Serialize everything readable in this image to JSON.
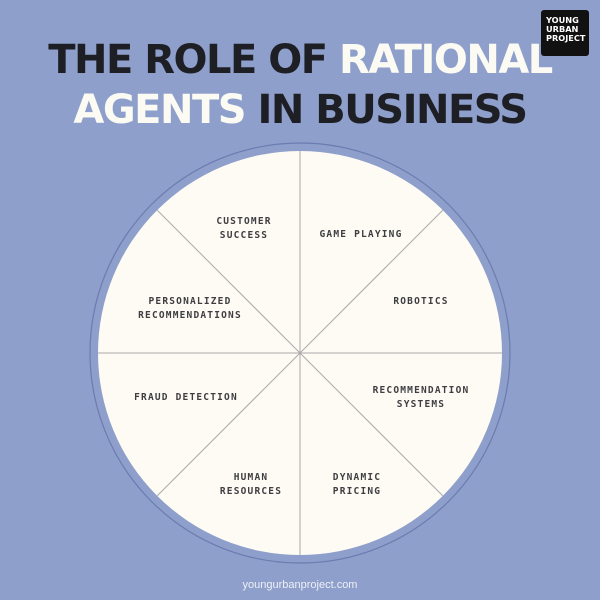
{
  "logo": {
    "lines": [
      "YOUNG",
      "URBAN",
      "PROJECT"
    ]
  },
  "title": {
    "line1_dark": "THE ROLE OF",
    "line1_light": "RATIONAL",
    "line2_light": "AGENTS",
    "line2_dark": "IN BUSINESS"
  },
  "segments": [
    {
      "label": [
        "GAME PLAYING"
      ]
    },
    {
      "label": [
        "ROBOTICS"
      ]
    },
    {
      "label": [
        "RECOMMENDATION",
        "SYSTEMS"
      ]
    },
    {
      "label": [
        "DYNAMIC",
        "PRICING"
      ]
    },
    {
      "label": [
        "HUMAN",
        "RESOURCES"
      ]
    },
    {
      "label": [
        "FRAUD DETECTION"
      ]
    },
    {
      "label": [
        "PERSONALIZED",
        "RECOMMENDATIONS"
      ]
    },
    {
      "label": [
        "CUSTOMER",
        "SUCCESS"
      ]
    }
  ],
  "footer": "youngurbanproject.com",
  "colors": {
    "background": "#8e9fcb",
    "disk": "#fdfbf3",
    "divider": "#a9a9aa",
    "title_dark": "#1e1f24",
    "title_light": "#fbfaf3"
  }
}
